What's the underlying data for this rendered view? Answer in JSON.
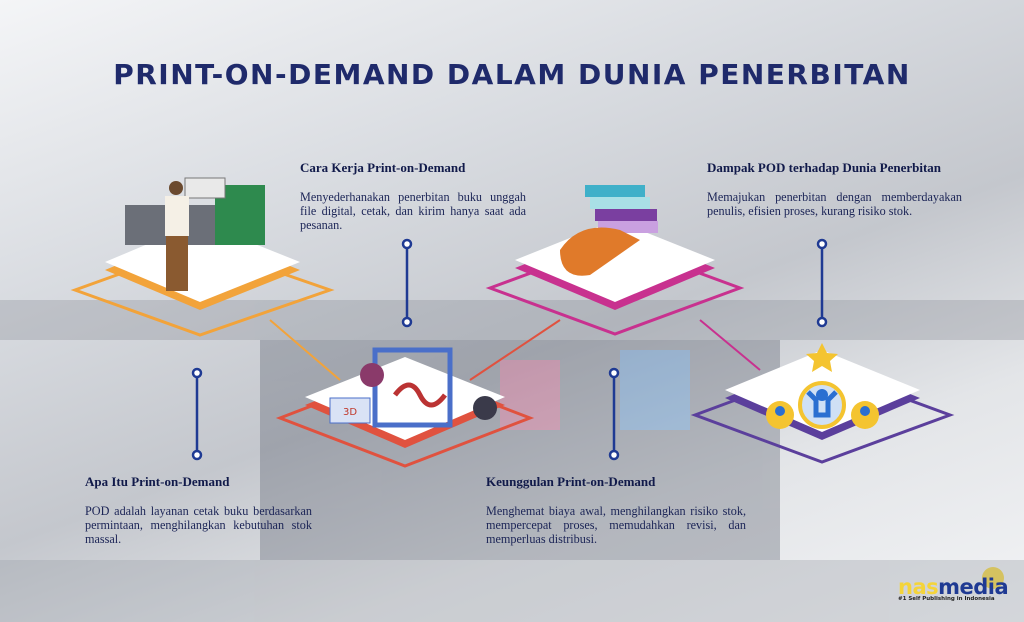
{
  "title": "PRINT-ON-DEMAND DALAM DUNIA PENERBITAN",
  "sections": [
    {
      "heading": "Cara Kerja Print-on-Demand",
      "body": "Menyederhanakan penerbitan buku unggah file digital, cetak, dan kirim hanya saat ada pesanan."
    },
    {
      "heading": "Dampak POD terhadap Dunia Penerbitan",
      "body": "Memajukan penerbitan dengan memberdayakan penulis, efisien proses, kurang risiko stok."
    },
    {
      "heading": "Apa Itu Print-on-Demand",
      "body": "POD adalah layanan cetak buku berdasarkan permintaan, menghilangkan kebutuhan stok massal."
    },
    {
      "heading": "Keunggulan Print-on-Demand",
      "body": "Menghemat biaya awal, menghilangkan risiko stok, mempercepat proses, memudahkan revisi, dan memperluas distribusi."
    }
  ],
  "logo": {
    "part1": "nas",
    "part2": "media",
    "tagline": "#1 Self Publishing in Indonesia"
  },
  "colors": {
    "orange": "#f2a33a",
    "red": "#e0523f",
    "magenta": "#c8318f",
    "purple": "#5b3f9c",
    "pin": "#1f3a93"
  }
}
